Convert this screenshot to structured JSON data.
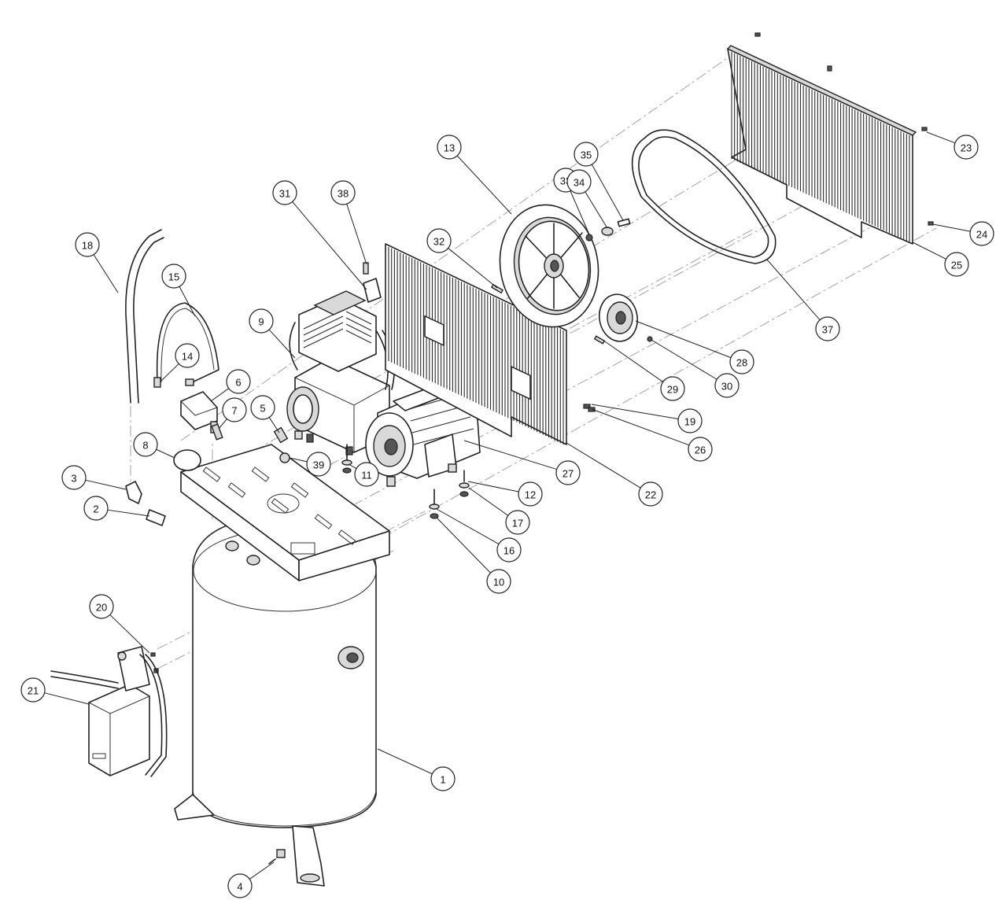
{
  "diagram": {
    "callouts": [
      {
        "label": "1"
      },
      {
        "label": "2"
      },
      {
        "label": "3"
      },
      {
        "label": "4"
      },
      {
        "label": "5"
      },
      {
        "label": "6"
      },
      {
        "label": "7"
      },
      {
        "label": "8"
      },
      {
        "label": "9"
      },
      {
        "label": "10"
      },
      {
        "label": "11"
      },
      {
        "label": "12"
      },
      {
        "label": "13"
      },
      {
        "label": "14"
      },
      {
        "label": "15"
      },
      {
        "label": "16"
      },
      {
        "label": "17"
      },
      {
        "label": "18"
      },
      {
        "label": "19"
      },
      {
        "label": "20"
      },
      {
        "label": "21"
      },
      {
        "label": "22"
      },
      {
        "label": "23"
      },
      {
        "label": "24"
      },
      {
        "label": "25"
      },
      {
        "label": "26"
      },
      {
        "label": "27"
      },
      {
        "label": "28"
      },
      {
        "label": "29"
      },
      {
        "label": "30"
      },
      {
        "label": "31"
      },
      {
        "label": "32"
      },
      {
        "label": "33"
      },
      {
        "label": "34"
      },
      {
        "label": "35"
      },
      {
        "label": "37"
      },
      {
        "label": "38"
      },
      {
        "label": "39"
      }
    ]
  }
}
